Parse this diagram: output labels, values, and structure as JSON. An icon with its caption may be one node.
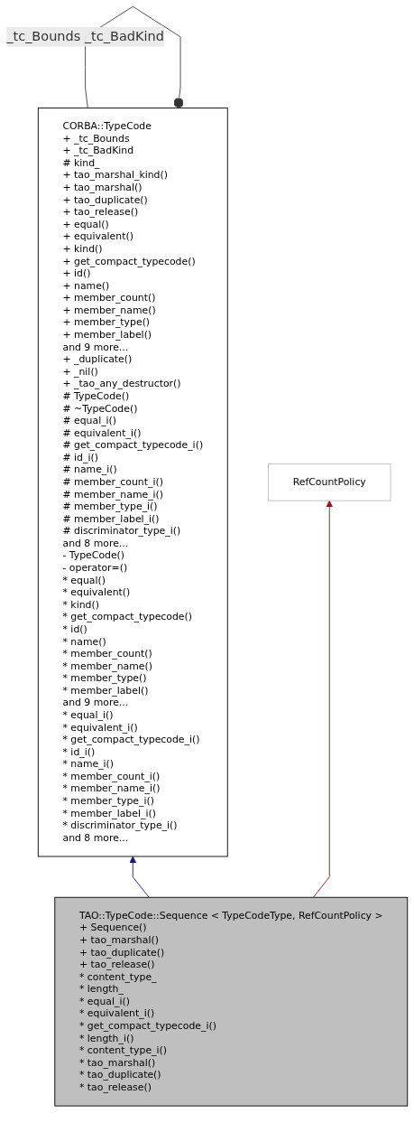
{
  "diagram": {
    "nodes": [
      {
        "text": [
          "CORBA::TypeCode",
          "+ _tc_Bounds",
          "+ _tc_BadKind",
          "# kind_",
          "+ tao_marshal_kind()",
          "+ tao_marshal()",
          "+ tao_duplicate()",
          "+ tao_release()",
          "+ equal()",
          "+ equivalent()",
          "+ kind()",
          "+ get_compact_typecode()",
          "+ id()",
          "+ name()",
          "+ member_count()",
          "+ member_name()",
          "+ member_type()",
          "+ member_label()",
          "and 9 more...",
          "+ _duplicate()",
          "+ _nil()",
          "+ _tao_any_destructor()",
          "# TypeCode()",
          "# ~TypeCode()",
          "# equal_i()",
          "# equivalent_i()",
          "# get_compact_typecode_i()",
          "# id_i()",
          "# name_i()",
          "# member_count_i()",
          "# member_name_i()",
          "# member_type_i()",
          "# member_label_i()",
          "# discriminator_type_i()",
          "and 8 more...",
          "- TypeCode()",
          "- operator=()",
          "* equal()",
          "* equivalent()",
          "* kind()",
          "* get_compact_typecode()",
          "* id()",
          "* name()",
          "* member_count()",
          "* member_name()",
          "* member_type()",
          "* member_label()",
          "and 9 more...",
          "* equal_i()",
          "* equivalent_i()",
          "* get_compact_typecode_i()",
          "* id_i()",
          "* name_i()",
          "* member_count_i()",
          "* member_name_i()",
          "* member_type_i()",
          "* member_label_i()",
          "* discriminator_type_i()",
          "and 8 more..."
        ]
      },
      {
        "text": [
          "RefCountPolicy"
        ]
      },
      {
        "text": [
          "TAO::TypeCode::Sequence < TypeCodeType, RefCountPolicy >",
          "+ Sequence()",
          "+ tao_marshal()",
          "+ tao_duplicate()",
          "+ tao_release()",
          "* content_type_",
          "* length_",
          "* equal_i()",
          "* equivalent_i()",
          "* get_compact_typecode_i()",
          "* length_i()",
          "* content_type_i()",
          "* tao_marshal()",
          "* tao_duplicate()",
          "* tao_release()"
        ]
      }
    ],
    "edges": [
      {
        "from": 0,
        "to": 0,
        "arrow": "other",
        "label": "_tc_Bounds _tc_BadKind",
        "color": "#404040"
      },
      {
        "from": 2,
        "to": 0,
        "arrow": "to",
        "color": "#191970"
      },
      {
        "from": 2,
        "to": 1,
        "arrow": "to",
        "color": "#8b1a1a"
      }
    ]
  }
}
